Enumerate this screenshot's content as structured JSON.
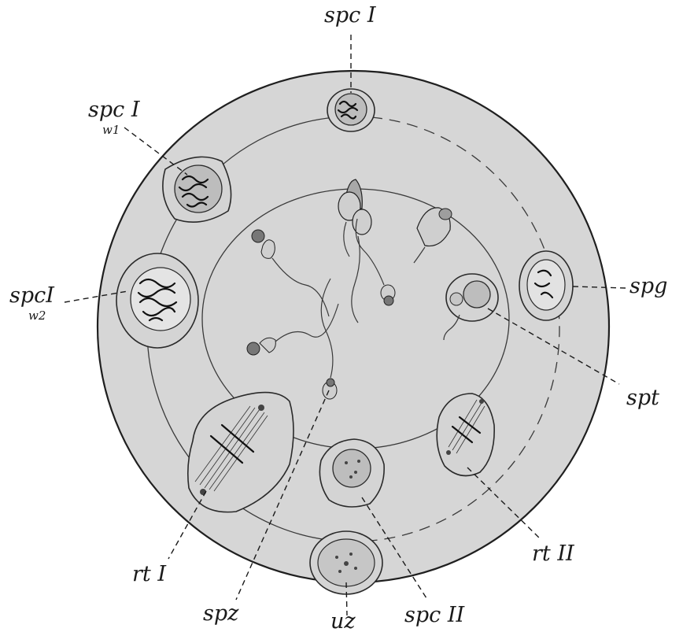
{
  "figure": {
    "labels": {
      "spc1_top": {
        "main": "spc I",
        "sub": ""
      },
      "spc1_w1": {
        "main": "spc I",
        "sub": "w1"
      },
      "spc1_w2": {
        "main": "spcI",
        "sub": "w2"
      },
      "spg": {
        "main": "spg",
        "sub": ""
      },
      "spt": {
        "main": "spt",
        "sub": ""
      },
      "rt2": {
        "main": "rt II",
        "sub": ""
      },
      "spc2": {
        "main": "spc II",
        "sub": ""
      },
      "uz": {
        "main": "uz",
        "sub": ""
      },
      "spz": {
        "main": "spz",
        "sub": ""
      },
      "rt1": {
        "main": "rt I",
        "sub": ""
      }
    }
  }
}
